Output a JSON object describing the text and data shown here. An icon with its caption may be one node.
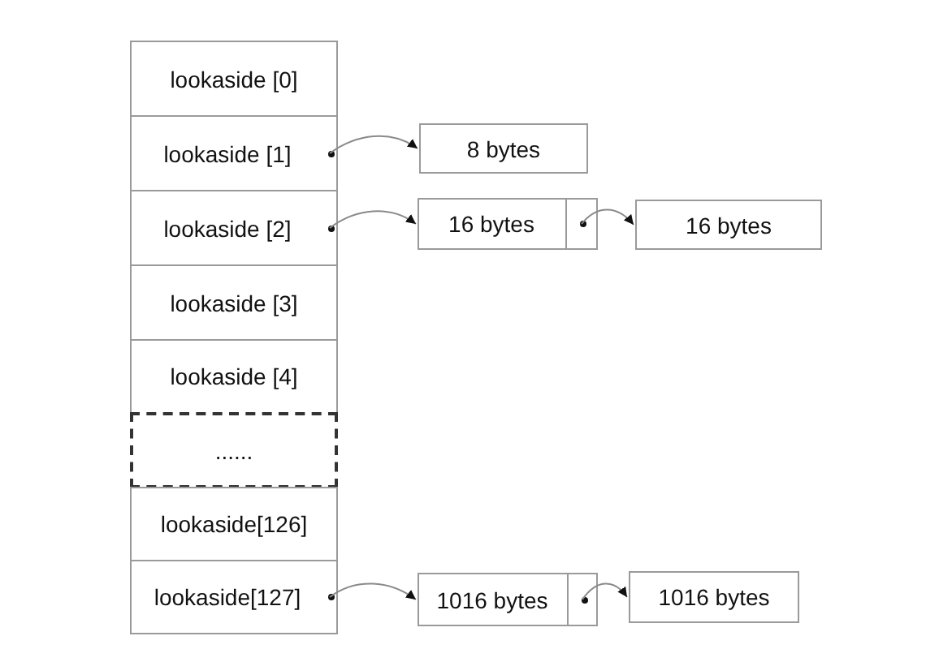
{
  "diagram": {
    "nodes": [
      {
        "text": [
          "lookaside [0]"
        ]
      },
      {
        "text": [
          "lookaside [1]"
        ]
      },
      {
        "text": [
          "lookaside [2]"
        ]
      },
      {
        "text": [
          "lookaside [3]"
        ]
      },
      {
        "text": [
          "lookaside [4]"
        ]
      },
      {
        "text": [
          "......"
        ]
      },
      {
        "text": [
          "lookaside[126]"
        ]
      },
      {
        "text": [
          "lookaside[127]"
        ]
      },
      {
        "text": [
          "8 bytes"
        ]
      },
      {
        "text": [
          "16 bytes"
        ]
      },
      {
        "text": [],
        "shape": "box",
        "in": 9
      },
      {
        "text": [
          "16 bytes"
        ]
      },
      {
        "text": [
          "1016 bytes"
        ]
      },
      {
        "text": [],
        "shape": "box",
        "in": 12
      },
      {
        "text": [
          "1016 bytes"
        ]
      }
    ],
    "edges": [
      {
        "from": 1,
        "to": 8,
        "arrow": "to"
      },
      {
        "from": 2,
        "to": 9,
        "arrow": "to"
      },
      {
        "from": 10,
        "to": 11,
        "arrow": "to"
      },
      {
        "from": 7,
        "to": 12,
        "arrow": "to"
      },
      {
        "from": 13,
        "to": 14,
        "arrow": "to"
      }
    ]
  }
}
